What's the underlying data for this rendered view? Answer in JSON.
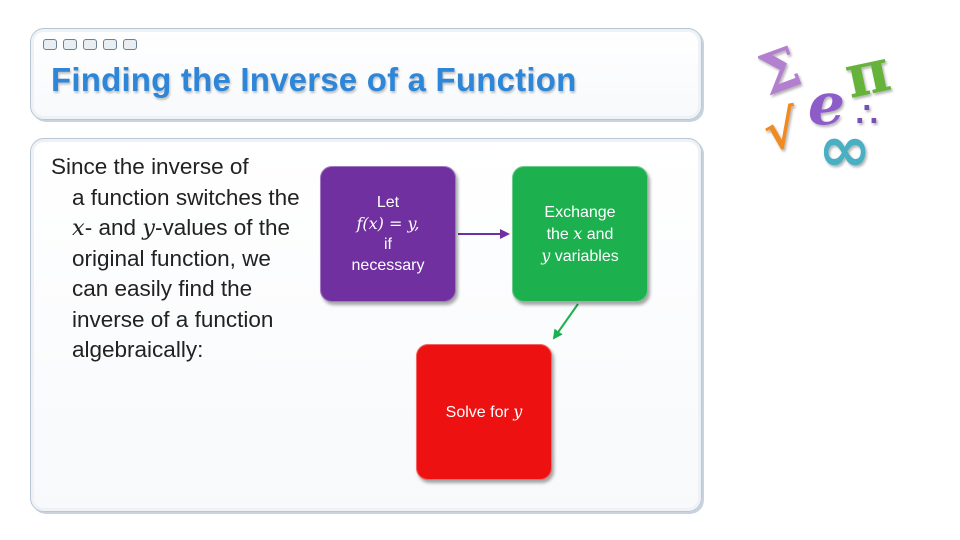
{
  "title": "Finding the Inverse of a Function",
  "body": {
    "line1": "Since the inverse of",
    "rest_a": "a function switches the ",
    "var_x": "x",
    "rest_b": "- and ",
    "var_y": "y",
    "rest_c": "-values of the original function, we can easily find the inverse of a function algebraically:"
  },
  "steps": {
    "let": {
      "l1": "Let",
      "math": "f(x) = y,",
      "l3": "if",
      "l4": "necessary"
    },
    "exchange": {
      "l1": "Exchange",
      "l2a": "the ",
      "x": "x",
      "l2b": " and",
      "y": "y",
      "l3b": " variables"
    },
    "solve": {
      "l1": "Solve for ",
      "y": "y"
    }
  },
  "colors": {
    "title": "#2e86d8",
    "let_box": "#7030a0",
    "exchange_box": "#1cb04f",
    "solve_box": "#ee1111",
    "arrow1": "#7030a0",
    "arrow2": "#1cb04f"
  },
  "logo": {
    "glyphs": [
      "Σ",
      "√",
      "e",
      "π",
      "∞",
      "∴"
    ]
  }
}
